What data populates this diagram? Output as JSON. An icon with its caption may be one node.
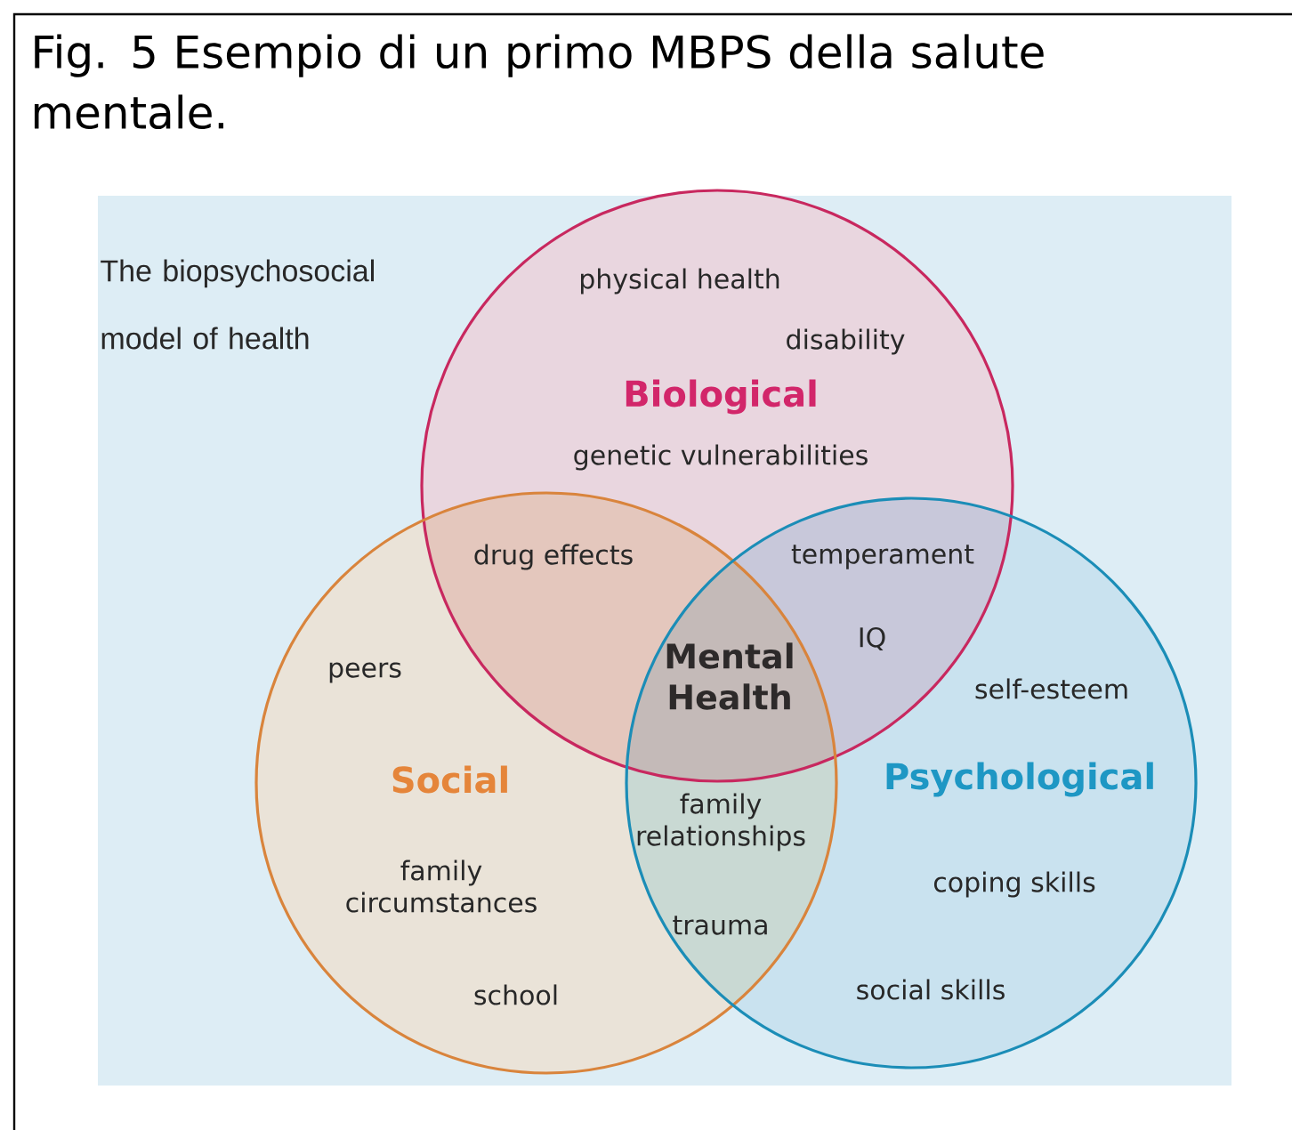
{
  "diagram": {
    "title": "Fig. 5 Esempio di un primo MBPS della salute mentale.",
    "nodes": [
      {
        "text": [
          "physical health",
          "disability",
          "Biological",
          "genetic vulnerabilities"
        ]
      },
      {
        "text": [
          "peers",
          "Social",
          "family circumstances",
          "school"
        ]
      },
      {
        "text": [
          "self-esteem",
          "Psychological",
          "coping skills",
          "social skills"
        ]
      }
    ],
    "edges": [],
    "labels": [
      "The biopsychosocial model of health",
      "drug effects",
      "temperament",
      "IQ",
      "Mental Health",
      "family relationships",
      "trauma"
    ]
  }
}
